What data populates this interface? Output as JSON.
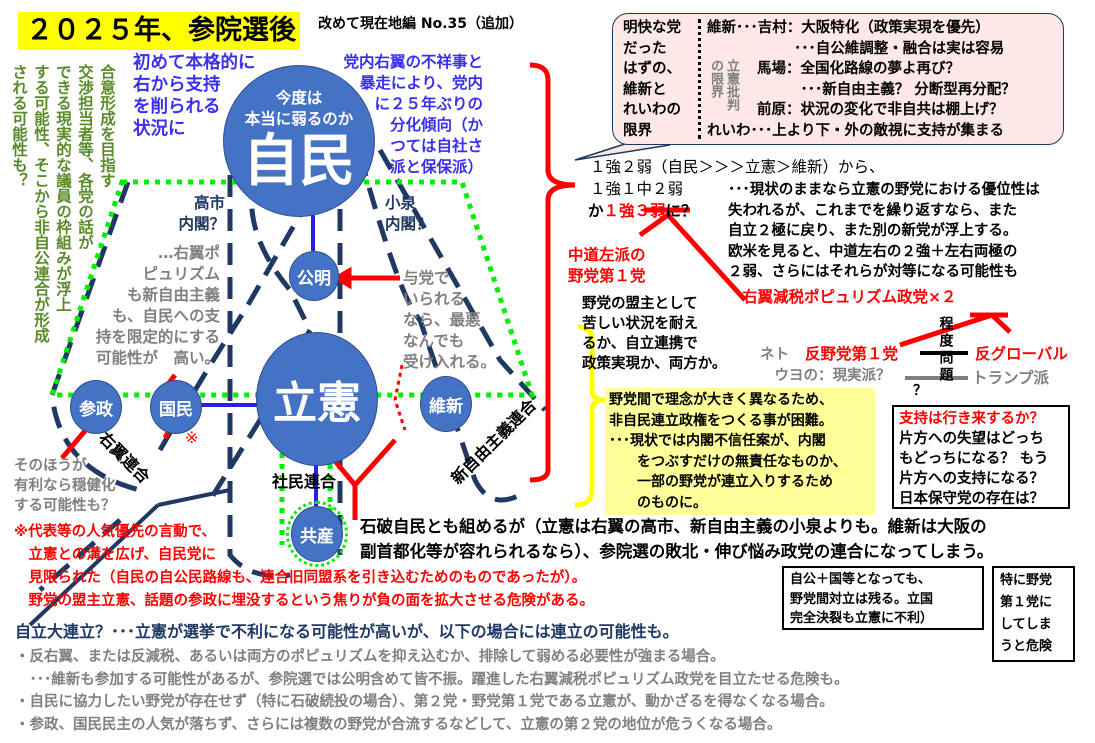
{
  "header": {
    "title": "２０２５年、参院選後",
    "subtitle": "改めて現在地編 No.35（追加）"
  },
  "left_note": [
    "合意形成を目指す",
    "交渉担当者等、各党の話が",
    "できる現実的な議員の枠組みが浮上",
    "する可能性、そこから非自公連合が形成",
    "される可能性も？"
  ],
  "blue_left": "初めて本格的に\n右から支持\nを削られる\n状況に",
  "blue_right": "党内右翼の不祥事と\n暴走により、党内\nに２５年ぶりの\n分化傾向（か\nつては自社さ\n派と保保派）",
  "parties": {
    "jimin_sub": "今度は\n本当に弱るのか",
    "jimin": "自民",
    "komei": "公明",
    "rikken": "立憲",
    "sansei": "参政",
    "kokumin": "国民",
    "ishin": "維新",
    "kyosan": "共産"
  },
  "takaichi": "高市\n内閣？",
  "takaichi_note": "…右翼ポ\nピュリズム\nも新自由主義\nも、自民への支\n持を限定的にする\n可能性が　高い。",
  "koizumi": "小泉\n内閣？",
  "yoto_note": "与党で\nいられる\nなら、最悪\nなんでも\n受け入れる。",
  "right_coalition": "右翼連合",
  "moderate_note": "そのほうが\n有利なら穏健化\nする可能性も？",
  "kome": "※",
  "social_coalition": "社民連合",
  "neolib_coalition": "新自由主義連合",
  "red_note": "※代表等の人気優先の言動で、\n　立憲との溝を広げ、自民党に\n　見限られた（自民の自公民路線も、連合旧同盟系を引き込むためのものであったが）。\n　野党の盟主立憲、話題の参政に埋没するという焦りが負の面を拡大させる危険がある。",
  "ishiba_note": "石破自民とも組めるが（立憲は右翼の高市、新自由主義の小泉よりも。維新は大阪の\n副首都化等が容れられるなら）、参院選の敗北・伸び悩み政党の連合になってしまう。",
  "pink_box": {
    "left": "明快な党\nだった\nはずの、\n維新と\nれいわの\n限界",
    "critique": "立憲批判",
    "limit": "の限界",
    "lines": [
      "維新･･･吉村：大阪特化（政策実現を優先）",
      "　　　　　　･･･自公維調整・融合は実は容易",
      "馬場：全国化路線の夢よ再び？",
      "　　　･･･新自由主義？ 分断型再分配？",
      "前原：状況の変化で非自共は棚上げ？",
      "れいわ･･･上より下・外の敵視に支持が集まる"
    ]
  },
  "power": {
    "l1": "１強２弱（自民＞＞＞立憲＞維新）から、",
    "l2": "１強１中２弱",
    "l3a": "か",
    "l3b": "１強３弱",
    "l3c": "に？",
    "para": "･･･現状のままなら立憲の野党における優位性は\n失われるが、これまでを繰り返すなら、また\n自立２極に戻り、また別の新党が浮上する。\n欧米を見ると、中道左右の２強＋左右両極の\n２弱、さらにはそれらが対等になる可能性も"
  },
  "center_left": "中道左派の\n野党第１党",
  "center_left_note": "野党の盟主として\n苦しい状況を耐え\nるか、自立連携で\n政策実現か、両方か。",
  "populism": "右翼減税ポピュリズム政党×２",
  "degree": "程度問題",
  "netto": "ネト\n　ウヨの：現実派？",
  "anti_opp": "反野党第１党",
  "anti_global": "反グローバル",
  "trump": "トランプ派",
  "q": "？",
  "yellow_box": "野党間で理念が大きく異なるため、\n非自民連立政権をつくる事が困難。\n･･･現状では内閣不信任案が、内閣\n　　をつぶすだけの無責任なものか、\n　　一部の野党が連立入りするため\n　　のものに。",
  "support_box": {
    "title": "支持は行き来するか？",
    "body": "片方への失望はどっち\nもどっちになる？ もう\n片方への支持になる？\n日本保守党の存在は？"
  },
  "bubble1": "自公＋国等となっても、\n野党間対立は残る。立国\n完全決裂も立憲に不利）",
  "bubble2": "特に野党\n第１党に\nしてしま\nうと危険",
  "grand": "自立大連立？･･･立憲が選挙で不利になる可能性が高いが、以下の場合には連立の可能性も。",
  "bullets": [
    "・反右翼、または反減税、あるいは両方のポピュリズムを抑え込むか、排除して弱める必要性が強まる場合。",
    "　･･･維新も参加する可能性があるが、参院選では公明含めて皆不振。躍進した右翼減税ポピュリズム政党を目立たせる危険も。",
    "・自民に協力したい野党が存在せず（特に石破続投の場合）、第２党・野党第１党である立憲が、動かざるを得なくなる場合。",
    "・参政、国民民主の人気が落ちず、さらには複数の野党が合流するなどして、立憲の第２党の地位が危うくなる場合。"
  ],
  "colors": {
    "party": "#4472c4",
    "red": "#ff0000",
    "blue": "#3a2ff0",
    "green": "#5a8a2a",
    "gray": "#808080",
    "navy": "#1f3864",
    "yellow": "#ffff00"
  }
}
